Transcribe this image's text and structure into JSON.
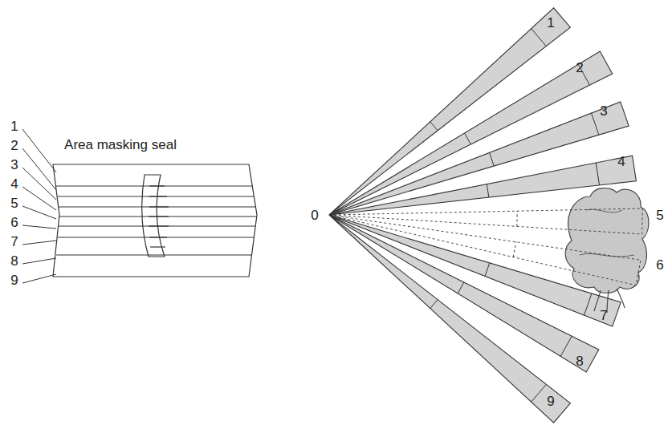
{
  "diagram": {
    "labels": [
      "Area masking seal",
      "1",
      "2",
      "3",
      "4",
      "5",
      "6",
      "7",
      "8",
      "9",
      "0",
      "1",
      "2",
      "3",
      "4",
      "5",
      "6",
      "7",
      "8",
      "9"
    ]
  }
}
